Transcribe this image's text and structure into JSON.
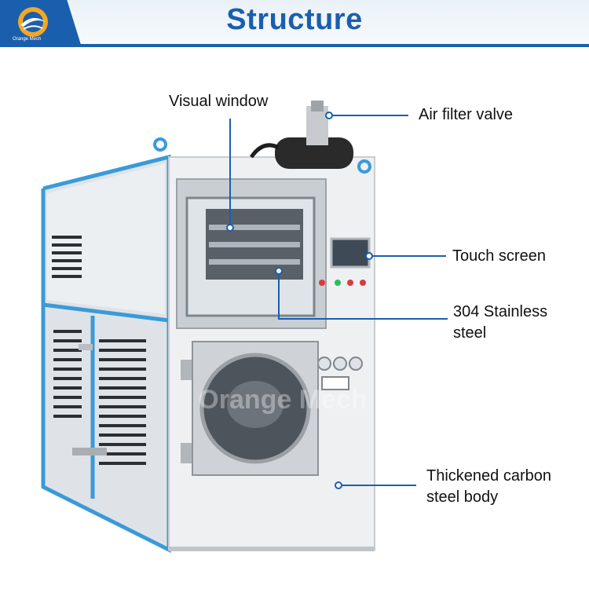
{
  "brand": {
    "logo_text": "Orange Mech",
    "accent_color": "#1a5fae",
    "logo_color": "#f5a623"
  },
  "header": {
    "title": "Structure"
  },
  "watermark": {
    "text": "Orange Mech"
  },
  "callouts": {
    "visual_window": "Visual window",
    "air_filter_valve": "Air filter valve",
    "touch_screen": "Touch screen",
    "stainless_line1": "304 Stainless",
    "stainless_line2": "steel",
    "carbon_line1": "Thickened carbon",
    "carbon_line2": "steel body"
  }
}
